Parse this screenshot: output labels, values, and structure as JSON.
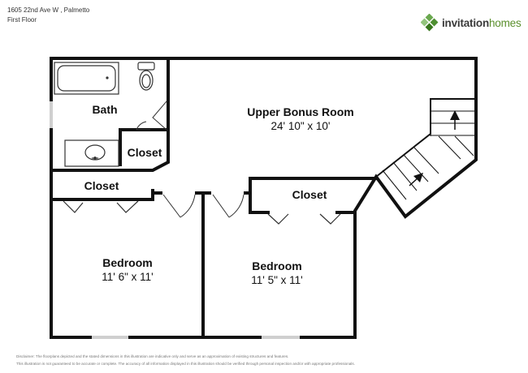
{
  "header": {
    "address": "1605 22nd Ave W , Palmetto",
    "floor": "First Floor"
  },
  "logo": {
    "brand_bold": "invitation",
    "brand_light": "homes",
    "icon": "diamond-cluster-icon",
    "icon_colors": [
      "#6aa84f",
      "#4e8f31",
      "#93c47d",
      "#38761d"
    ]
  },
  "rooms": {
    "bath": {
      "name": "Bath"
    },
    "closet_bath": {
      "name": "Closet"
    },
    "upper_bonus": {
      "name": "Upper Bonus Room",
      "dims": "24' 10\" x 10'"
    },
    "closet_left": {
      "name": "Closet"
    },
    "closet_right": {
      "name": "Closet"
    },
    "bedroom_left": {
      "name": "Bedroom",
      "dims": "11' 6\" x 11'"
    },
    "bedroom_right": {
      "name": "Bedroom",
      "dims": "11' 5\" x 11'"
    }
  },
  "disclaimer": {
    "line1": "Disclaimer: The floorplans depicted and the stated dimensions in this illustration are indicative only and serve as an approximation of existing structures and features.",
    "line2": "This illustration is not guaranteed to be accurate or complete. The accuracy of all information displayed in this illustration should be verified through personal inspection and/or with appropriate professionals."
  }
}
